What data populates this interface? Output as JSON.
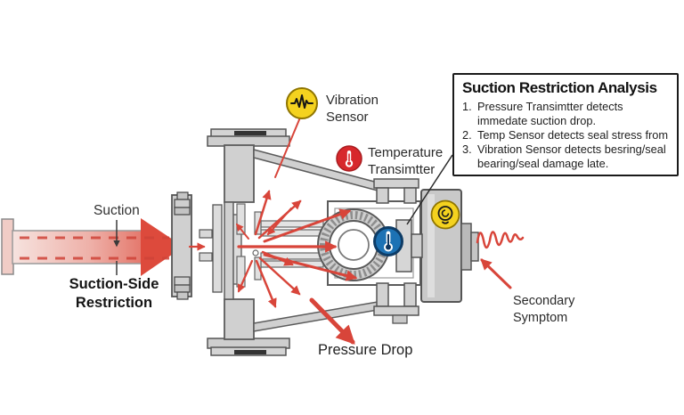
{
  "diagram": {
    "labels": {
      "suction": "Suction",
      "suction_side_line1": "Suction-Side",
      "suction_side_line2": "Restriction",
      "vibration_line1": "Vibration",
      "vibration_line2": "Sensor",
      "temperature_line1": "Temperature",
      "temperature_line2": "Transimtter",
      "pressure_drop": "Pressure Drop",
      "secondary_line1": "Secondary",
      "secondary_line2": "Symptom"
    },
    "icons": {
      "vibration_sensor": "yellow circle with black vibration waveform",
      "temperature_transmitter": "red circle with white thermometer",
      "pressure_transmitter": "blue circle with white thermometer",
      "motor_gauge": "yellow circle with black spiral gauge"
    },
    "colors": {
      "arrow_red": "#d8453a",
      "pipe_pink_light": "#f6e3df",
      "pipe_pink_dark": "#e4786c",
      "sensor_yellow": "#f4d21f",
      "sensor_red": "#d7282c",
      "sensor_blue": "#1d72b4",
      "metal_gray": "#d2d2d2"
    }
  },
  "analysis_box": {
    "title": "Suction Restriction Analysis",
    "items": [
      {
        "num": "1.",
        "text": "Pressure Transimtter detects immedate suction drop."
      },
      {
        "num": "2.",
        "text": "Temp Sensor detects seal stress from"
      },
      {
        "num": "3.",
        "text": "Vibration Sensor detects besring/seal bearing/seal damage late."
      }
    ]
  }
}
